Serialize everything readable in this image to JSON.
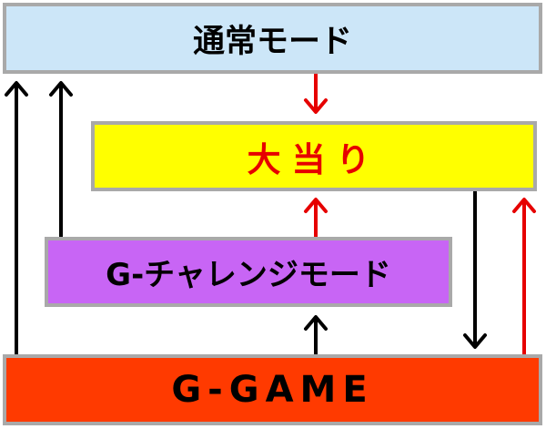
{
  "boxes": {
    "normal_mode": {
      "label": "通常モード",
      "fill": "#cce6f8"
    },
    "jackpot": {
      "label": "大当り",
      "fill": "#ffff00",
      "text_color": "#e60000"
    },
    "g_challenge_mode": {
      "label": "G-チャレンジモード",
      "fill": "#c865f5"
    },
    "g_game": {
      "label": "G-GAME",
      "fill": "#ff3a00"
    }
  },
  "arrow_colors": {
    "black": "#000000",
    "red": "#e60000"
  }
}
